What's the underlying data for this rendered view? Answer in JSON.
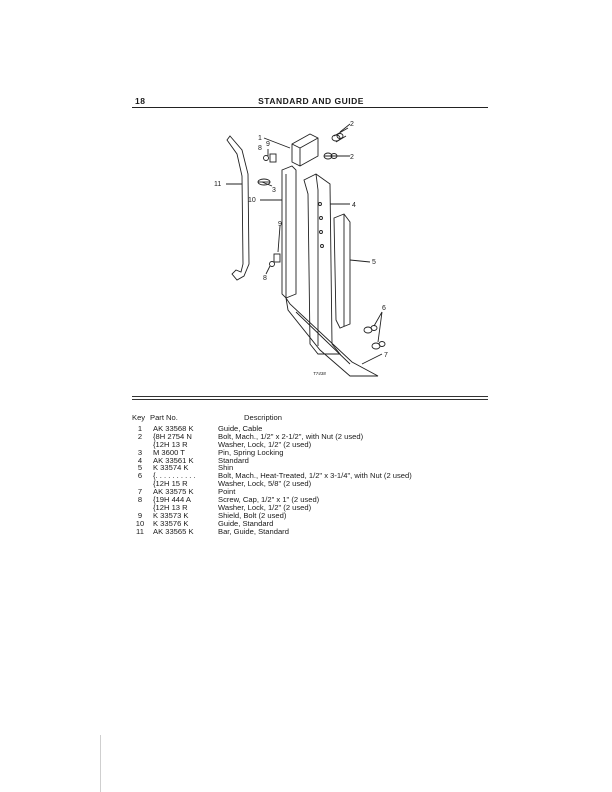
{
  "header": {
    "page_number": "18",
    "title": "STANDARD AND GUIDE"
  },
  "figure": {
    "number": "T7438",
    "callouts": {
      "c1": "1",
      "c2a": "2",
      "c2b": "2",
      "c3": "3",
      "c4": "4",
      "c5": "5",
      "c6": "6",
      "c7": "7",
      "c8a": "8",
      "c8b": "8",
      "c9a": "9",
      "c9b": "9",
      "c10": "10",
      "c11": "11"
    }
  },
  "table": {
    "headers": {
      "key": "Key",
      "part": "Part No.",
      "desc": "Description"
    },
    "rows": [
      {
        "key": "1",
        "part": "AK 33568 K",
        "desc": "Guide, Cable"
      },
      {
        "key": "2",
        "part": "{8H   2754 N",
        "desc": "Bolt, Mach., 1/2\" x 2-1/2\", with Nut (2 used)"
      },
      {
        "key": "",
        "part": "{12H    13 R",
        "desc": "Washer, Lock, 1/2\" (2 used)"
      },
      {
        "key": "3",
        "part": "M   3600 T",
        "desc": "Pin, Spring Locking"
      },
      {
        "key": "4",
        "part": "AK 33561 K",
        "desc": "Standard"
      },
      {
        "key": "5",
        "part": "K  33574 K",
        "desc": "Shin"
      },
      {
        "key": "6",
        "part": "{. . . . . . . . . .",
        "desc": "Bolt, Mach., Heat-Treated, 1/2\" x 3-1/4\", with Nut (2 used)"
      },
      {
        "key": "",
        "part": "{12H    15 R",
        "desc": "Washer, Lock, 5/8\" (2 used)"
      },
      {
        "key": "7",
        "part": "AK 33575 K",
        "desc": "Point"
      },
      {
        "key": "8",
        "part": "{19H   444 A",
        "desc": "Screw, Cap, 1/2\" x 1\" (2 used)"
      },
      {
        "key": "",
        "part": "{12H    13 R",
        "desc": "Washer, Lock, 1/2\" (2 used)"
      },
      {
        "key": "9",
        "part": "K  33573 K",
        "desc": "Shield, Bolt (2 used)"
      },
      {
        "key": "10",
        "part": "K  33576 K",
        "desc": "Guide, Standard"
      },
      {
        "key": "11",
        "part": "AK 33565 K",
        "desc": "Bar, Guide, Standard"
      }
    ]
  }
}
